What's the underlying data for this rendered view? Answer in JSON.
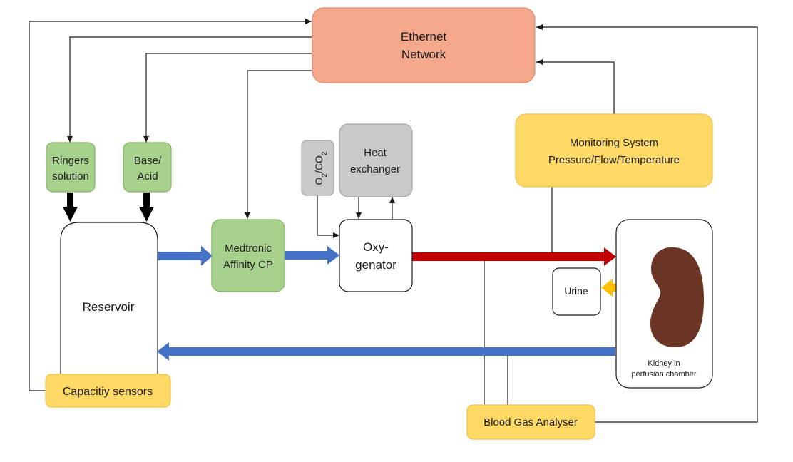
{
  "nodes": {
    "ethernet": [
      "Ethernet",
      "Network"
    ],
    "ringers": [
      "Ringers",
      "solution"
    ],
    "base_acid": [
      "Base/",
      "Acid"
    ],
    "gas": [
      "O",
      "2",
      "/CO",
      "2"
    ],
    "heat": [
      "Heat",
      "exchanger"
    ],
    "monitoring": [
      "Monitoring System",
      "Pressure/Flow/Temperature"
    ],
    "reservoir": "Reservoir",
    "pump": [
      "Medtronic",
      "Affinity CP"
    ],
    "oxygenator": [
      "Oxy-",
      "genator"
    ],
    "urine": "Urine",
    "kidney_chamber": [
      "Kidney in",
      "perfusion chamber"
    ],
    "capacity": "Capacitiy sensors",
    "bga": "Blood Gas Analyser"
  },
  "colors": {
    "network_fill": "#f4a98c",
    "network_stroke": "#e0876a",
    "green_fill": "#a9d18e",
    "green_stroke": "#82b366",
    "gray_fill": "#c9c9c9",
    "gray_stroke": "#a6a6a6",
    "yellow_fill": "#ffd966",
    "yellow_stroke": "#f2c14e",
    "blue_flow": "#4472c4",
    "red_flow": "#c00000",
    "urine_flow": "#ffc000",
    "kidney": "#6b3626",
    "line": "#1a1a1a"
  }
}
